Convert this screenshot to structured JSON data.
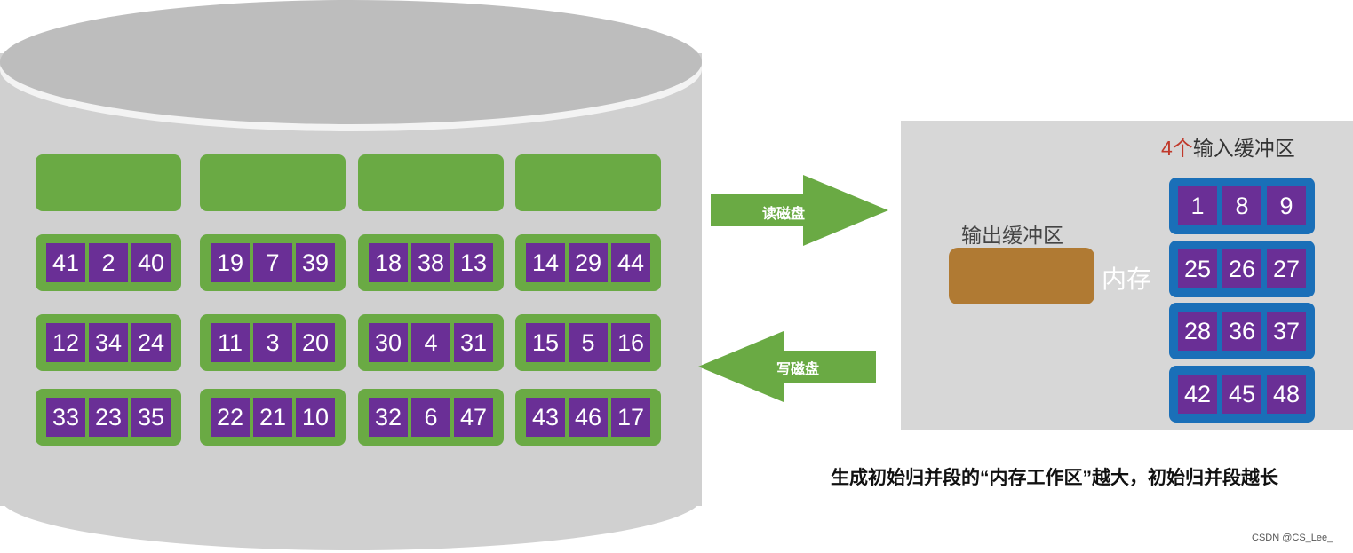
{
  "disk": {
    "runs": [
      [
        [
          41,
          2,
          40
        ],
        [
          19,
          7,
          39
        ],
        [
          18,
          38,
          13
        ],
        [
          14,
          29,
          44
        ]
      ],
      [
        [
          12,
          34,
          24
        ],
        [
          11,
          3,
          20
        ],
        [
          30,
          4,
          31
        ],
        [
          15,
          5,
          16
        ]
      ],
      [
        [
          33,
          23,
          35
        ],
        [
          22,
          21,
          10
        ],
        [
          32,
          6,
          47
        ],
        [
          43,
          46,
          17
        ]
      ]
    ]
  },
  "arrows": {
    "read_label": "读磁盘",
    "write_label": "写磁盘"
  },
  "memory": {
    "title_count": "4个",
    "title_text": "输入缓冲区",
    "output_label": "输出缓冲区",
    "memory_label": "内存",
    "input_buffers": [
      [
        1,
        8,
        9
      ],
      [
        25,
        26,
        27
      ],
      [
        28,
        36,
        37
      ],
      [
        42,
        45,
        48
      ]
    ]
  },
  "caption": "生成初始归并段的“内存工作区”越大，初始归并段越长",
  "credit": "CSDN @CS_Lee_",
  "colors": {
    "green": "#6aaa44",
    "purple": "#6a2f96",
    "blue": "#1a6fb8",
    "brown": "#b07a33"
  }
}
